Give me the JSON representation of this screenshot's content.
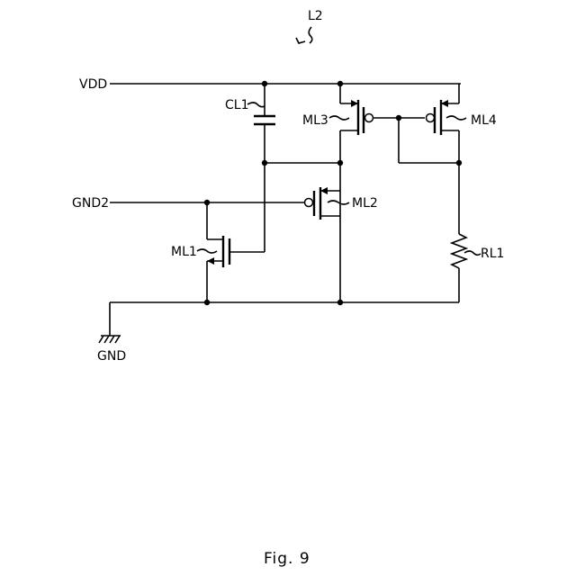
{
  "diagram": {
    "figure_id": "L2",
    "caption": "Fig. 9",
    "nets": {
      "vdd": "VDD",
      "gnd2": "GND2",
      "gnd": "GND"
    },
    "components": {
      "capacitor": "CL1",
      "nmos_1": "ML1",
      "pmos_2": "ML2",
      "pmos_3": "ML3",
      "pmos_4": "ML4",
      "resistor": "RL1"
    }
  }
}
